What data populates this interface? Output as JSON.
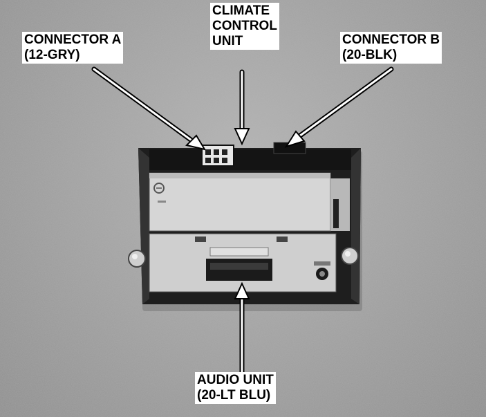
{
  "labels": {
    "connector_a": {
      "line1": "CONNECTOR A",
      "line2": "(12-GRY)"
    },
    "climate_control": {
      "line1": "CLIMATE",
      "line2": "CONTROL",
      "line3": "UNIT"
    },
    "connector_b": {
      "line1": "CONNECTOR B",
      "line2": "(20-BLK)"
    },
    "audio_unit": {
      "line1": "AUDIO UNIT",
      "line2": "(20-LT BLU)"
    }
  },
  "colors": {
    "background": "#a3a3a3",
    "label_bg": "#ffffff",
    "label_text": "#000000",
    "arrow": "#ffffff",
    "unit_frame": "#2a2a2a",
    "unit_panel": "#d0d0d0"
  }
}
